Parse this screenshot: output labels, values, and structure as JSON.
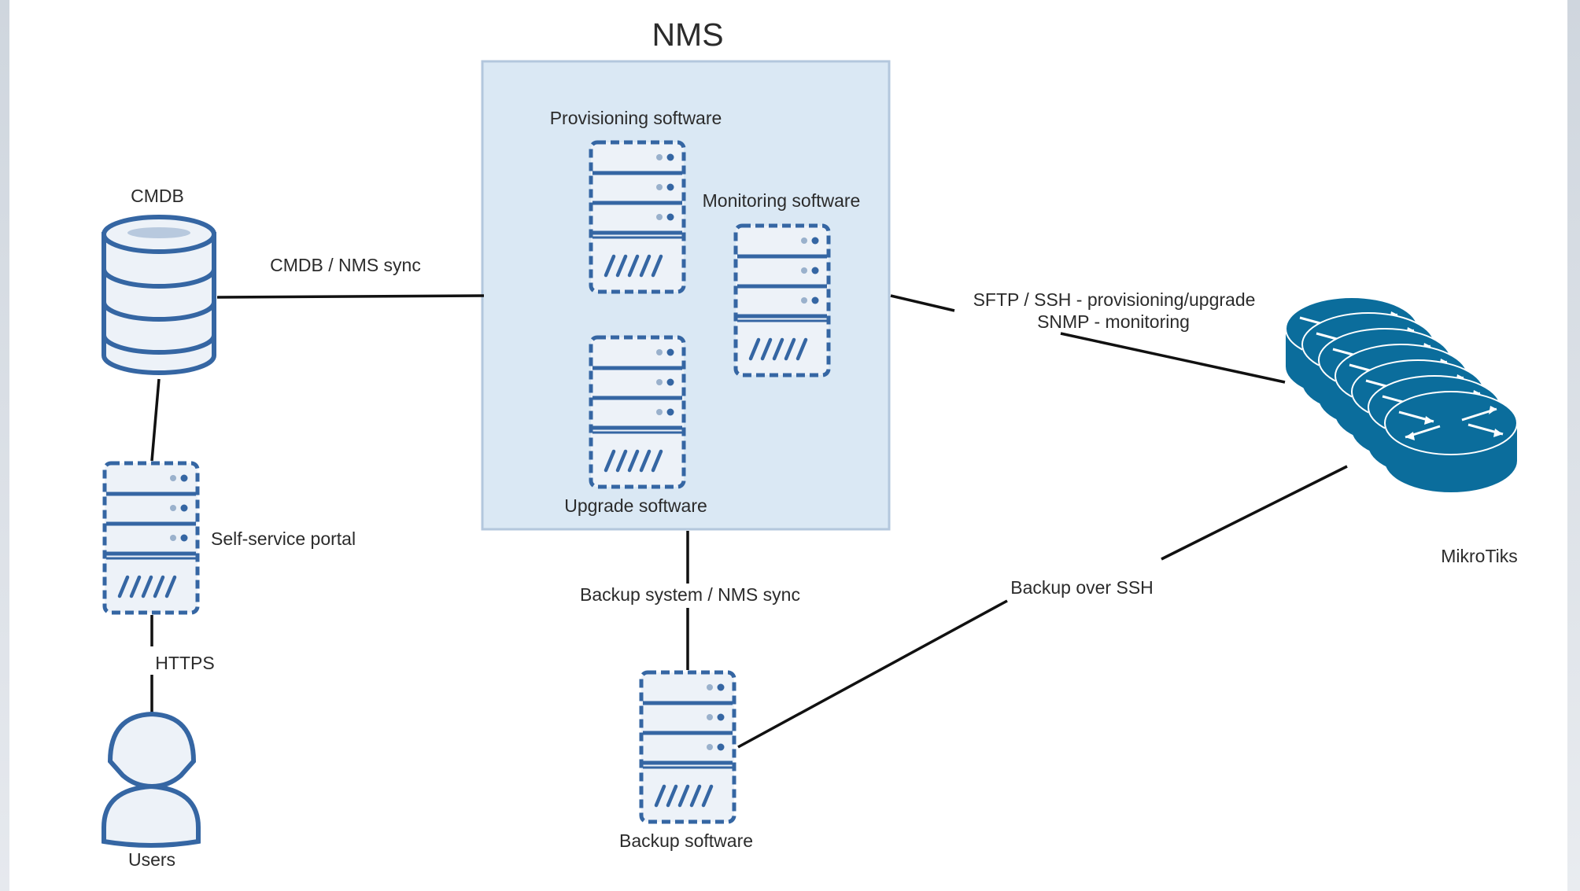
{
  "diagram": {
    "title": "NMS",
    "nodes": {
      "cmdb": "CMDB",
      "self_service_portal": "Self-service portal",
      "users": "Users",
      "provisioning_software": "Provisioning software",
      "monitoring_software": "Monitoring software",
      "upgrade_software": "Upgrade software",
      "backup_software": "Backup software",
      "mikrotiks": "MikroTiks"
    },
    "edges": {
      "cmdb_nms": "CMDB / NMS sync",
      "https": "HTTPS",
      "backup_nms": "Backup system / NMS sync",
      "backup_ssh": "Backup over SSH",
      "nms_mikrotik_line1": "SFTP / SSH - provisioning/upgrade",
      "nms_mikrotik_line2": "SNMP - monitoring"
    }
  },
  "colors": {
    "page_bg": "#ffffff",
    "nms_group_fill": "#dae8f4",
    "nms_group_stroke": "#b3c7dd",
    "icon_stroke": "#3566a3",
    "icon_fill": "#edf2f8",
    "router_fill": "#0b6d9c",
    "connector": "#111111"
  },
  "icons": {
    "server": "server-icon",
    "database": "database-icon",
    "user": "user-icon",
    "router": "router-icon"
  }
}
